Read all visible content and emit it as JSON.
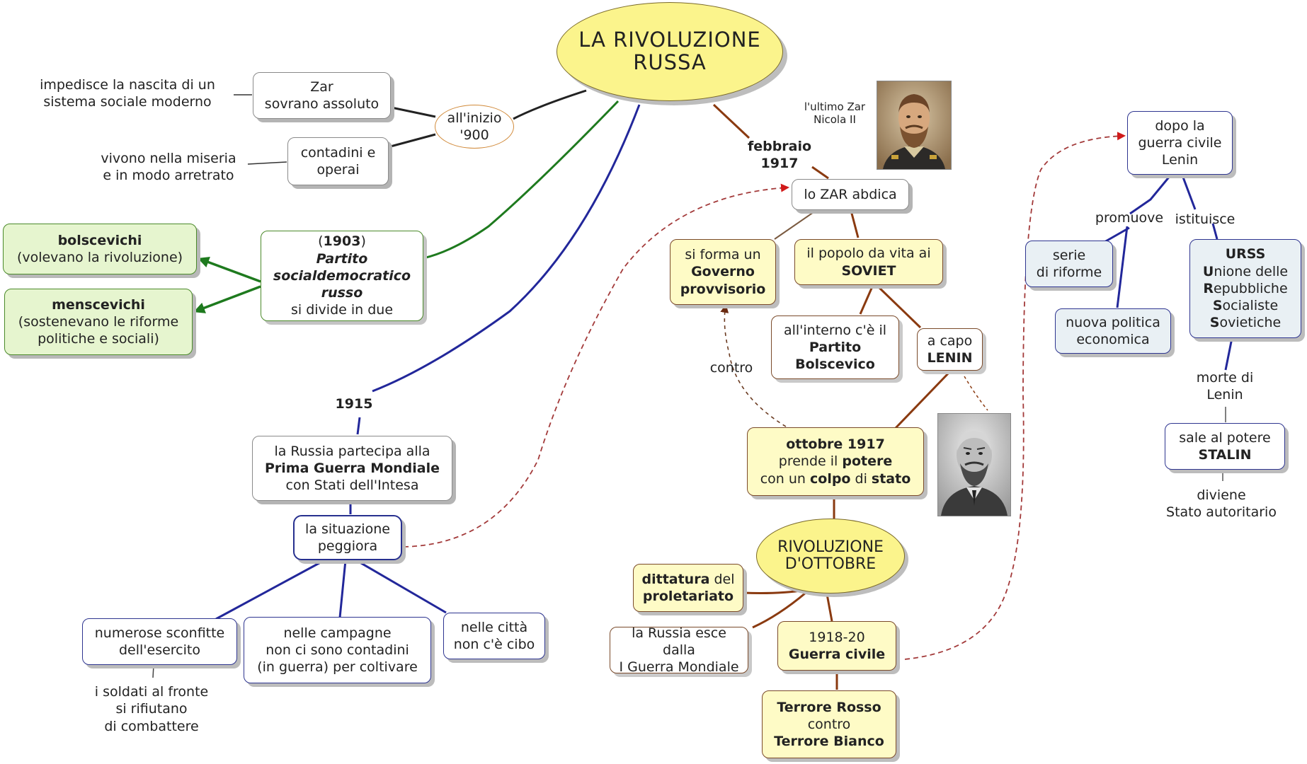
{
  "title": [
    "LA RIVOLUZIONE",
    "RUSSA"
  ],
  "left": {
    "impedisce": [
      "impedisce la nascita di un",
      "sistema sociale moderno"
    ],
    "zar": [
      "Zar",
      "sovrano assoluto"
    ],
    "inizio": [
      "all'inizio",
      "'900"
    ],
    "vivono": [
      "vivono nella miseria",
      "e in modo arretrato"
    ],
    "contadini": [
      "contadini e",
      "operai"
    ],
    "bolscevichi_title": "bolscevichi",
    "bolscevichi_desc": "(volevano la rivoluzione)",
    "menscevichi_title": "menscevichi",
    "menscevichi_desc": [
      "(sostenevano le riforme",
      "politiche e sociali)"
    ],
    "partito_year": "1903",
    "partito_paren_open": "(",
    "partito_paren_close": ")",
    "partito_name": [
      "Partito",
      "socialdemocratico",
      "russo"
    ],
    "partito_divide": "si divide in due",
    "y1915": "1915",
    "russia_pre": "la Russia partecipa alla",
    "russia_bold": "Prima Guerra Mondiale",
    "russia_post": "con Stati dell'Intesa",
    "situazione": [
      "la situazione",
      "peggiora"
    ],
    "sconfitte": [
      "numerose sconfitte",
      "dell'esercito"
    ],
    "soldati": [
      "i soldati al fronte",
      "si rifiutano",
      "di combattere"
    ],
    "campagne": [
      "nelle campagne",
      "non ci sono contadini",
      "(in guerra) per coltivare"
    ],
    "citta": [
      "nelle città",
      "non c'è cibo"
    ]
  },
  "center": {
    "zar_caption": [
      "l'ultimo Zar",
      "Nicola II"
    ],
    "febbraio": [
      "febbraio",
      "1917"
    ],
    "abdica": "lo ZAR abdica",
    "governo_pre": "si forma un",
    "governo_bold": [
      "Governo",
      "provvisorio"
    ],
    "popolo_pre": "il popolo da vita ai",
    "popolo_bold": "SOVIET",
    "interno_pre": "all'interno c'è il",
    "interno_bold": [
      "Partito",
      "Bolscevico"
    ],
    "capo_pre": "a capo",
    "capo_bold": "LENIN",
    "contro": "contro",
    "ottobre_title": "ottobre 1917",
    "ottobre_l2": [
      "prende il ",
      "potere"
    ],
    "ottobre_l3": [
      "con un ",
      "colpo",
      " di ",
      "stato"
    ],
    "rivoluzione": [
      "RIVOLUZIONE",
      "D'OTTOBRE"
    ],
    "dittatura_bold": "dittatura",
    "dittatura_del": " del",
    "dittatura_l2": "proletariato",
    "esce": [
      "la Russia esce dalla",
      "I Guerra Mondiale"
    ],
    "guerra_years": "1918-20",
    "guerra_bold": "Guerra civile",
    "terrore_1": "Terrore Rosso",
    "terrore_2": "contro",
    "terrore_3": "Terrore Bianco"
  },
  "right": {
    "dopo": [
      "dopo la",
      "guerra civile",
      "Lenin"
    ],
    "promuove": "promuove",
    "istituisce": "istituisce",
    "serie": [
      "serie",
      "di riforme"
    ],
    "nep": [
      "nuova politica",
      "economica"
    ],
    "urss_title": "URSS",
    "urss_lines": [
      [
        "U",
        "nione delle"
      ],
      [
        "R",
        "epubbliche"
      ],
      [
        "S",
        "ocialiste"
      ],
      [
        "S",
        "ovietiche"
      ]
    ],
    "morte": [
      "morte di",
      "Lenin"
    ],
    "stalin_pre": "sale al potere",
    "stalin_bold": "STALIN",
    "diviene": [
      "diviene",
      "Stato autoritario"
    ]
  },
  "icons": {
    "zar_portrait": "tsar-portrait",
    "lenin_portrait": "lenin-portrait"
  },
  "colors": {
    "green_line": "#1e7a1e",
    "navy_line": "#22279a",
    "brown_line": "#8a3a10",
    "dashed": "#a33a3a"
  }
}
